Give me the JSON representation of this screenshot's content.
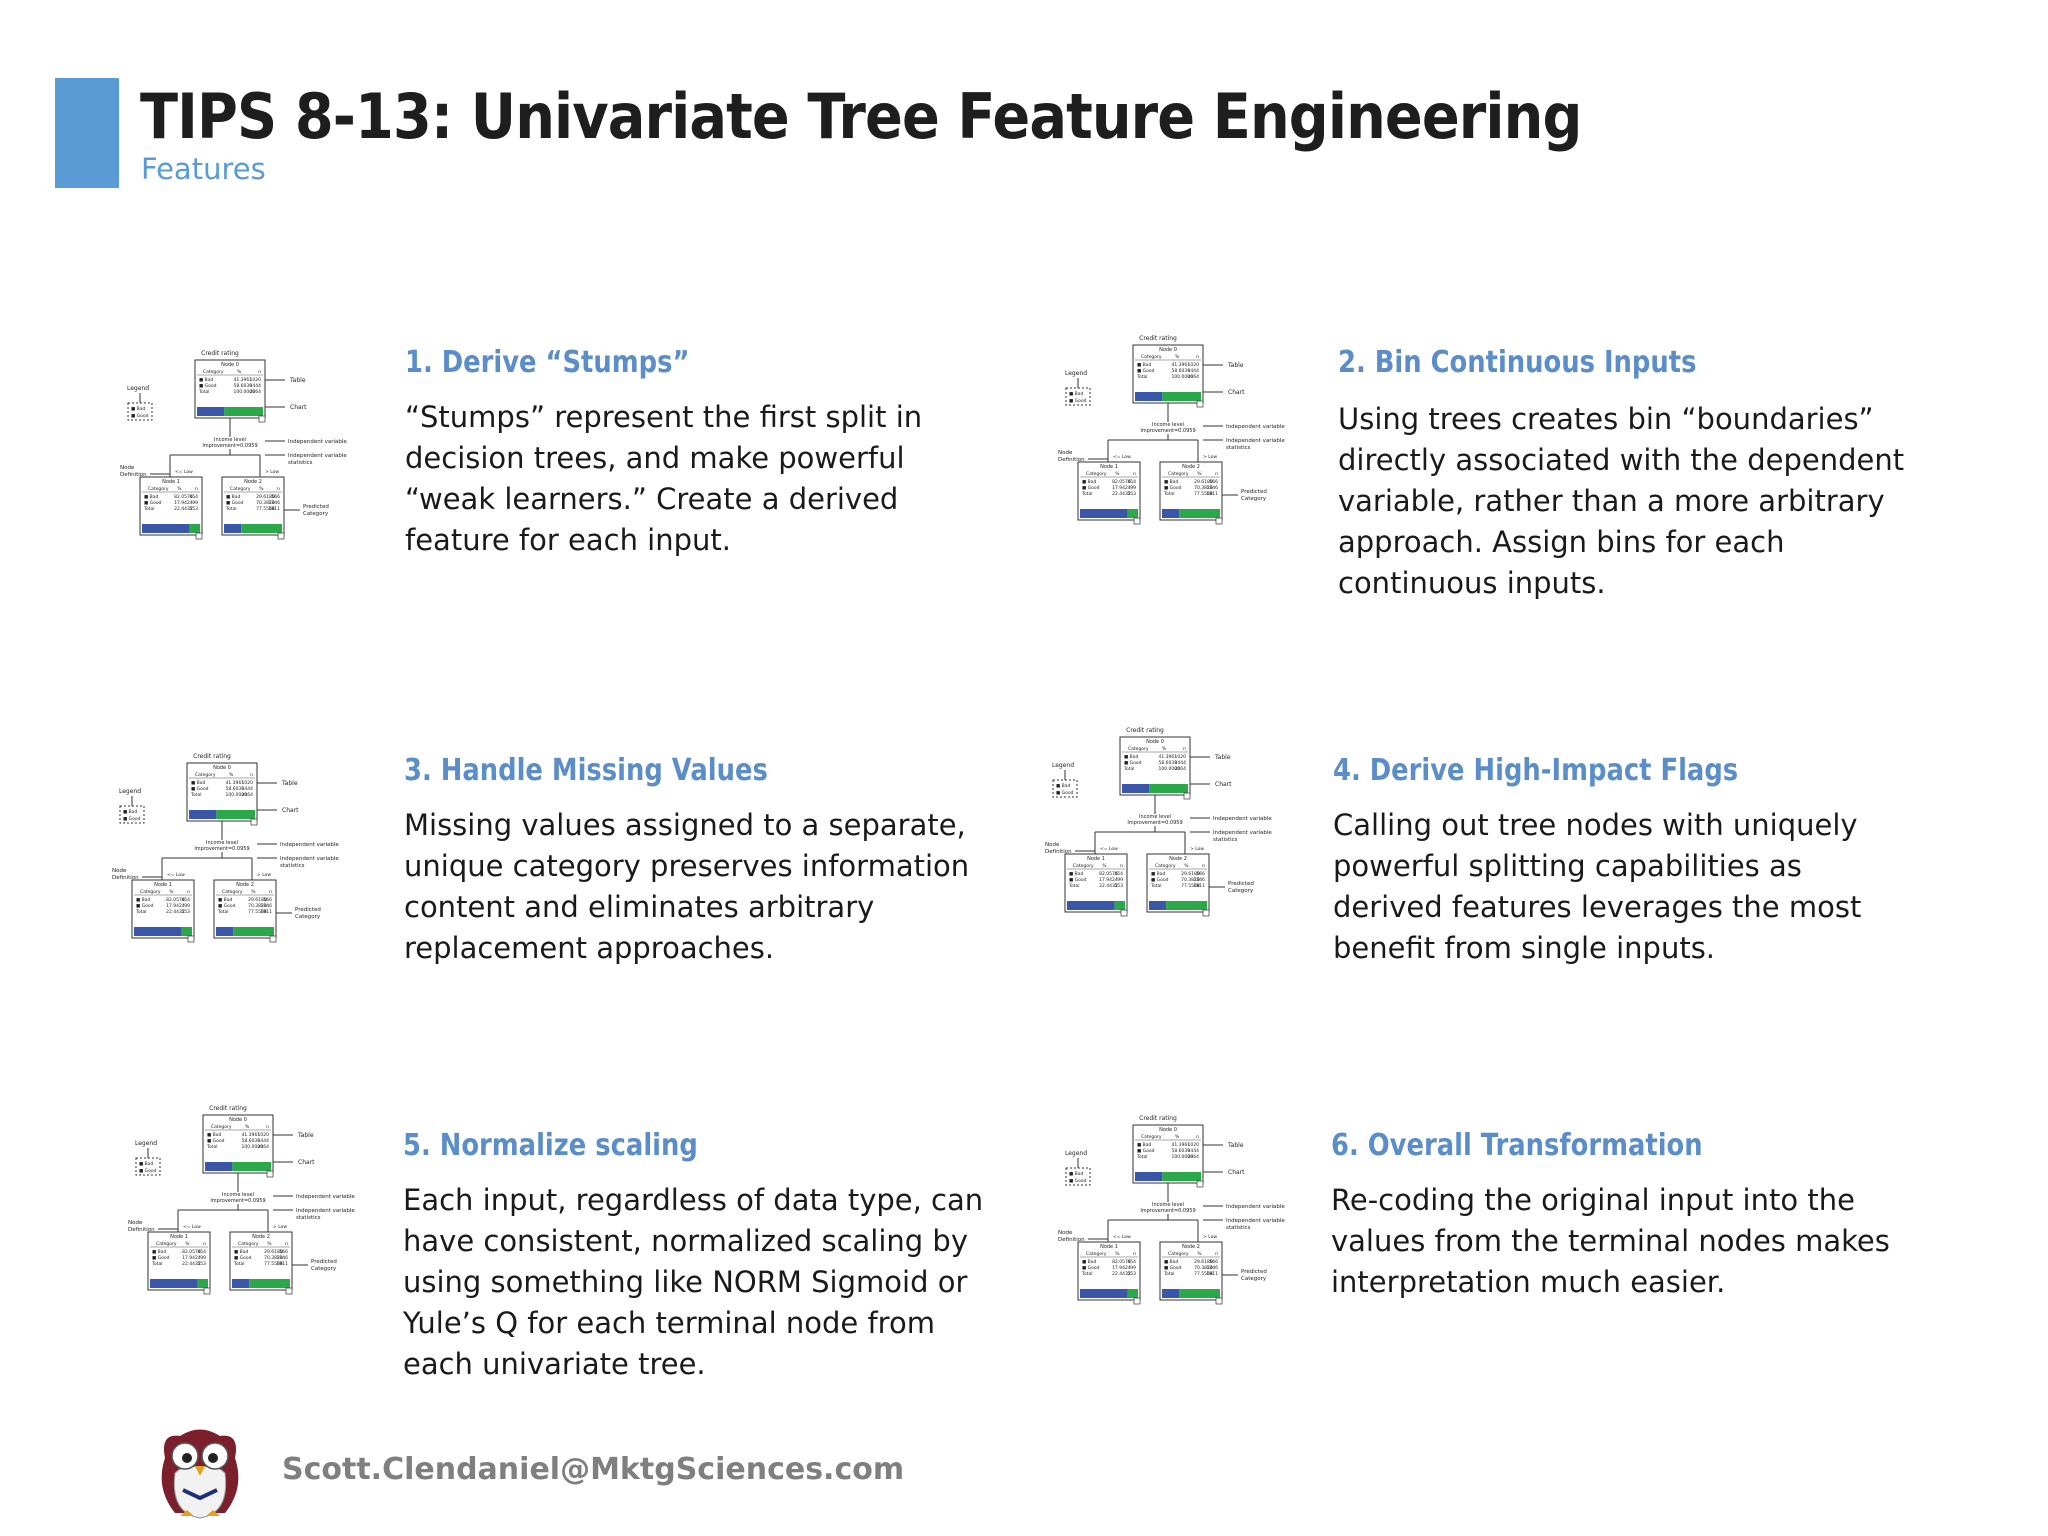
{
  "header": {
    "title": "TIPS 8-13: Univariate Tree Feature Engineering",
    "subtitle": "Features"
  },
  "tree_diagram": {
    "title": "Credit rating",
    "root_node": "Node 0",
    "header_row": [
      "Category",
      "%",
      "n"
    ],
    "root_rows": [
      [
        "Bad",
        "41.3961",
        "1020"
      ],
      [
        "Good",
        "58.6039",
        "1444"
      ],
      [
        "Total",
        "100.0000",
        "2464"
      ]
    ],
    "split_label": "Income level",
    "improvement": "Improvement=0.0959",
    "branch_left": "<= Low",
    "branch_right": "> Low",
    "left_node": "Node 1",
    "right_node": "Node 2",
    "left_rows": [
      [
        "Bad",
        "82.0576",
        "454"
      ],
      [
        "Good",
        "17.9424",
        "99"
      ],
      [
        "Total",
        "22.4432",
        "553"
      ]
    ],
    "right_rows": [
      [
        "Bad",
        "29.6180",
        "566"
      ],
      [
        "Good",
        "70.3820",
        "1346"
      ],
      [
        "Total",
        "77.5568",
        "1911"
      ]
    ],
    "legend_label": "Legend",
    "legend_items": [
      "Bad",
      "Good"
    ],
    "callouts": {
      "table": "Table",
      "chart": "Chart",
      "independent_variable": "Independent variable",
      "independent_variable_statistics_1": "Independent variable",
      "independent_variable_statistics_2": "statistics",
      "node_definition_1": "Node",
      "node_definition_2": "Definition",
      "predicted_category_1": "Predicted",
      "predicted_category_2": "Category"
    },
    "colors": {
      "bad": "#3a56a8",
      "good": "#2aa84a"
    }
  },
  "tips": [
    {
      "title": "1. Derive “Stumps”",
      "body": [
        "“Stumps” represent the first split in",
        "decision trees, and make powerful",
        "“weak learners.”  Create a derived",
        "feature for each input."
      ]
    },
    {
      "title": "2. Bin Continuous Inputs",
      "body": [
        "Using trees creates bin “boundaries”",
        "directly associated with the dependent",
        "variable, rather than a more arbitrary",
        "approach. Assign bins for each",
        "continuous inputs."
      ]
    },
    {
      "title": "3. Handle Missing Values",
      "body": [
        "Missing values assigned to a separate,",
        "unique category preserves information",
        "content and eliminates arbitrary",
        "replacement approaches."
      ]
    },
    {
      "title": "4. Derive High-Impact Flags",
      "body": [
        "Calling out tree nodes with uniquely",
        "powerful splitting capabilities as",
        "derived features leverages the most",
        "benefit from single inputs."
      ]
    },
    {
      "title": "5. Normalize scaling",
      "body": [
        "Each input, regardless of data type, can",
        "have consistent, normalized scaling by",
        "using something like NORM Sigmoid or",
        "Yule’s Q for each terminal node from",
        "each univariate tree."
      ]
    },
    {
      "title": "6. Overall Transformation",
      "body": [
        "Re-coding the original input into the",
        "values from the terminal nodes makes",
        "interpretation much easier."
      ]
    }
  ],
  "footer": {
    "email": "Scott.Clendaniel@MktgSciences.com",
    "logo": "owl-mascot"
  },
  "colors": {
    "accent": "#5b9bd5",
    "tip_title": "#5b8ec9",
    "footer_text": "#7f7f7f"
  }
}
